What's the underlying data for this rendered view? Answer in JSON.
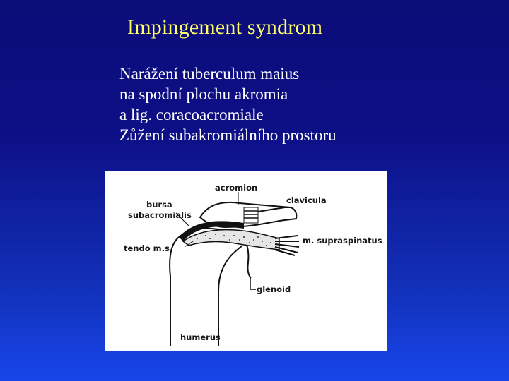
{
  "slide": {
    "title": "Impingement syndrom",
    "lines": [
      "Narážení tuberculum maius",
      "na spodní plochu akromia",
      "a lig. coracoacromiale",
      "Zůžení subakromiálního prostoru"
    ]
  },
  "figure": {
    "labels": {
      "acromion": "acromion",
      "clavicula": "clavicula",
      "bursa": "bursa",
      "subacromialis": "subacromialis",
      "supraspinatus": "m. supraspinatus",
      "tendo": "tendo m.s.",
      "glenoid": "glenoid",
      "humerus": "humerus"
    }
  },
  "colors": {
    "title": "#ffff66",
    "text": "#ffffff",
    "background_top": "#0c0c78",
    "background_bottom": "#1845ea"
  }
}
